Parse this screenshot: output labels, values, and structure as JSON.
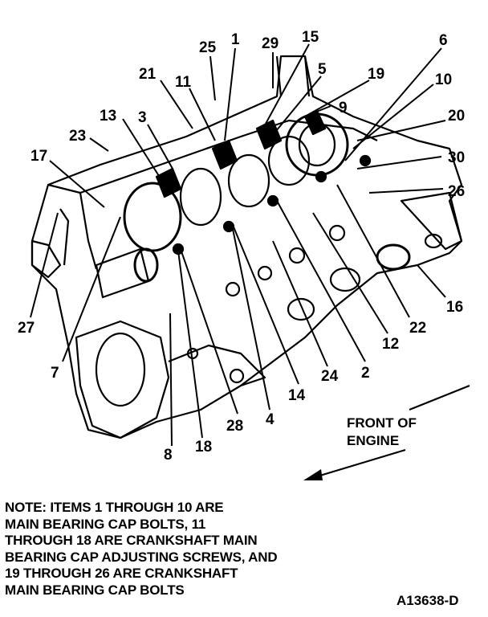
{
  "callouts": [
    "25",
    "1",
    "29",
    "15",
    "6",
    "5",
    "19",
    "10",
    "21",
    "11",
    "9",
    "13",
    "3",
    "20",
    "23",
    "17",
    "30",
    "26",
    "27",
    "16",
    "22",
    "12",
    "7",
    "2",
    "24",
    "14",
    "4",
    "28",
    "18",
    "8"
  ],
  "front_label": [
    "FRONT OF",
    "ENGINE"
  ],
  "note_lines": [
    "NOTE: ITEMS 1 THROUGH 10 ARE",
    "MAIN BEARING CAP BOLTS, 11",
    "THROUGH 18 ARE CRANKSHAFT MAIN",
    "BEARING CAP ADJUSTING SCREWS, AND",
    "19 THROUGH 26 ARE CRANKSHAFT",
    "MAIN BEARING CAP BOLTS"
  ],
  "figure_id": "A13638-D"
}
